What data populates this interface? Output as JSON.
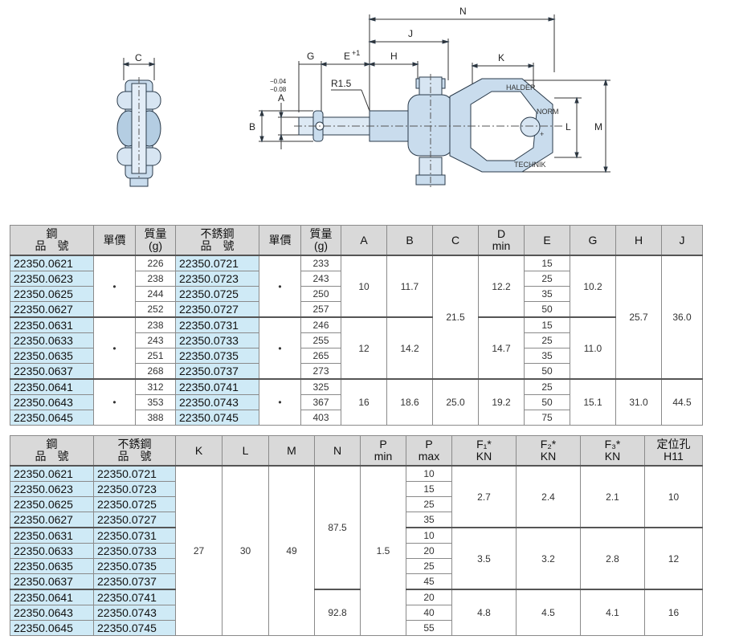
{
  "drawing": {
    "dimension_labels": {
      "C": "C",
      "G": "G",
      "E": "E",
      "E_tol": "+1",
      "H": "H",
      "J": "J",
      "N": "N",
      "K": "K",
      "L": "L",
      "M": "M",
      "B": "B",
      "A": "A",
      "A_tol1": "−0.04",
      "A_tol2": "−0.08",
      "R": "R1.5"
    },
    "engraving": [
      "HALDER",
      "NORM",
      "+",
      "TECHNIK"
    ]
  },
  "table1": {
    "headers": {
      "steel_pn": [
        "鋼",
        "品　號"
      ],
      "unit_price": "單價",
      "weight": [
        "質量",
        "(g)"
      ],
      "stainless_pn": [
        "不銹鋼",
        "品　號"
      ],
      "unit_price2": "單價",
      "weight2": [
        "質量",
        "(g)"
      ],
      "A": "A",
      "B": "B",
      "C": "C",
      "D": [
        "D",
        "min"
      ],
      "E": "E",
      "G": "G",
      "H": "H",
      "J": "J"
    },
    "price_mark": "•",
    "rows": [
      {
        "steel": "22350.0621",
        "w1": "226",
        "ss": "22350.0721",
        "w2": "233",
        "E": "15"
      },
      {
        "steel": "22350.0623",
        "w1": "238",
        "ss": "22350.0723",
        "w2": "243",
        "E": "25"
      },
      {
        "steel": "22350.0625",
        "w1": "244",
        "ss": "22350.0725",
        "w2": "250",
        "E": "35"
      },
      {
        "steel": "22350.0627",
        "w1": "252",
        "ss": "22350.0727",
        "w2": "257",
        "E": "50"
      },
      {
        "steel": "22350.0631",
        "w1": "238",
        "ss": "22350.0731",
        "w2": "246",
        "E": "15"
      },
      {
        "steel": "22350.0633",
        "w1": "243",
        "ss": "22350.0733",
        "w2": "255",
        "E": "25"
      },
      {
        "steel": "22350.0635",
        "w1": "251",
        "ss": "22350.0735",
        "w2": "265",
        "E": "35"
      },
      {
        "steel": "22350.0637",
        "w1": "268",
        "ss": "22350.0737",
        "w2": "273",
        "E": "50"
      },
      {
        "steel": "22350.0641",
        "w1": "312",
        "ss": "22350.0741",
        "w2": "325",
        "E": "25"
      },
      {
        "steel": "22350.0643",
        "w1": "353",
        "ss": "22350.0743",
        "w2": "367",
        "E": "50"
      },
      {
        "steel": "22350.0645",
        "w1": "388",
        "ss": "22350.0745",
        "w2": "403",
        "E": "75"
      }
    ],
    "groups": [
      {
        "A": "10",
        "B": "11.7",
        "D": "12.2",
        "G": "10.2"
      },
      {
        "A": "12",
        "B": "14.2",
        "D": "14.7",
        "G": "11.0"
      },
      {
        "A": "16",
        "B": "18.6",
        "C": "25.0",
        "D": "19.2",
        "G": "15.1",
        "H": "31.0",
        "J": "44.5"
      }
    ],
    "C_12": "21.5",
    "H_12": "25.7",
    "J_12": "36.0"
  },
  "table2": {
    "headers": {
      "steel_pn": [
        "鋼",
        "品　號"
      ],
      "stainless_pn": [
        "不銹鋼",
        "品　號"
      ],
      "K": "K",
      "L": "L",
      "M": "M",
      "N": "N",
      "Pmin": [
        "P",
        "min"
      ],
      "Pmax": [
        "P",
        "max"
      ],
      "F1": [
        "F₁*",
        "KN"
      ],
      "F2": [
        "F₂*",
        "KN"
      ],
      "F3": [
        "F₃*",
        "KN"
      ],
      "hole": [
        "定位孔",
        "H11"
      ]
    },
    "rows": [
      {
        "steel": "22350.0621",
        "ss": "22350.0721",
        "Pmax": "10"
      },
      {
        "steel": "22350.0623",
        "ss": "22350.0723",
        "Pmax": "15"
      },
      {
        "steel": "22350.0625",
        "ss": "22350.0725",
        "Pmax": "25"
      },
      {
        "steel": "22350.0627",
        "ss": "22350.0727",
        "Pmax": "35"
      },
      {
        "steel": "22350.0631",
        "ss": "22350.0731",
        "Pmax": "10"
      },
      {
        "steel": "22350.0633",
        "ss": "22350.0733",
        "Pmax": "20"
      },
      {
        "steel": "22350.0635",
        "ss": "22350.0735",
        "Pmax": "25"
      },
      {
        "steel": "22350.0637",
        "ss": "22350.0737",
        "Pmax": "45"
      },
      {
        "steel": "22350.0641",
        "ss": "22350.0741",
        "Pmax": "20"
      },
      {
        "steel": "22350.0643",
        "ss": "22350.0743",
        "Pmax": "40"
      },
      {
        "steel": "22350.0645",
        "ss": "22350.0745",
        "Pmax": "55"
      }
    ],
    "K": "27",
    "L": "30",
    "M": "49",
    "Pmin": "1.5",
    "N_12": "87.5",
    "N_3": "92.8",
    "groups": [
      {
        "F1": "2.7",
        "F2": "2.4",
        "F3": "2.1",
        "hole": "10"
      },
      {
        "F1": "3.5",
        "F2": "3.2",
        "F3": "2.8",
        "hole": "12"
      },
      {
        "F1": "4.8",
        "F2": "4.5",
        "F3": "4.1",
        "hole": "16"
      }
    ]
  }
}
